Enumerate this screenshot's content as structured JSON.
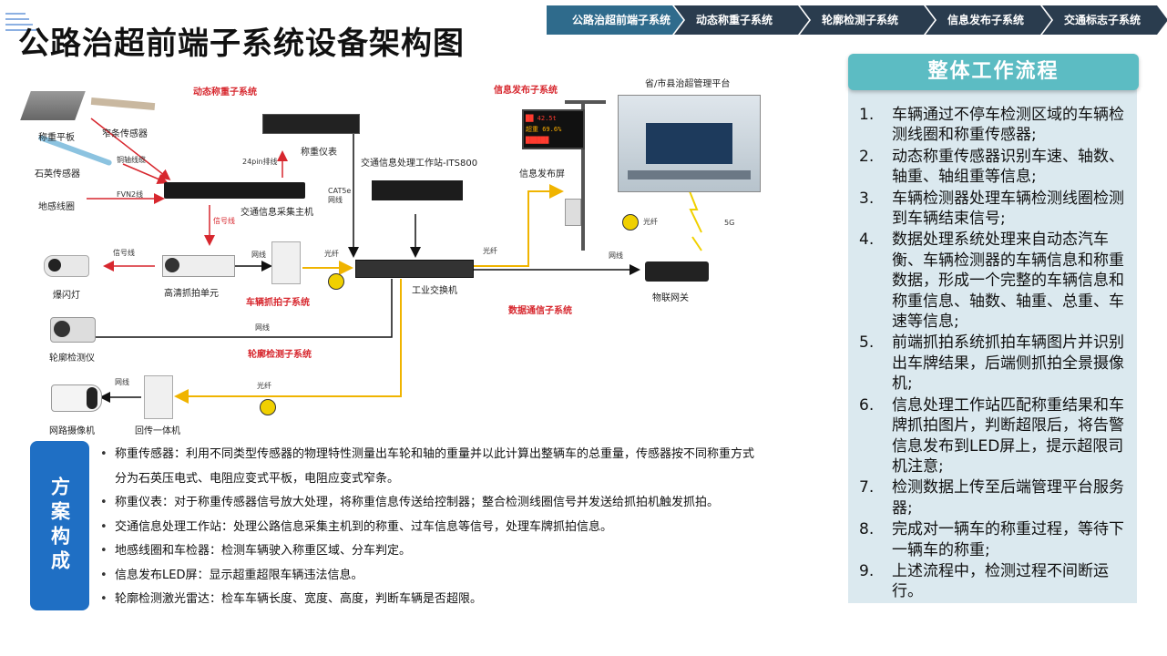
{
  "title": "公路治超前端子系统设备架构图",
  "nav_tabs": [
    "公路治超前端子系统",
    "动态称重子系统",
    "轮廓检测子系统",
    "信息发布子系统",
    "交通标志子系统"
  ],
  "diagram": {
    "labels": {
      "weigh_plate": "称重平板",
      "narrow_sensor": "窄条传感器",
      "quartz_sensor": "石英传感器",
      "loop": "地感线圈",
      "copper": "铜轴线缆",
      "fvn2": "FVN2线",
      "collector": "交通信息采集主机",
      "signal1": "信号线",
      "dyn_sub": "动态称重子系统",
      "weigh_meter": "称重仪表",
      "pin24": "24pin排线",
      "cat5e": "CAT5e网线",
      "its800": "交通信息处理工作站-ITS800",
      "info_sub": "信息发布子系统",
      "info_screen": "信息发布屏",
      "platform": "省/市县治超管理平台",
      "flash": "爆闪灯",
      "signal2": "信号线",
      "hd_unit": "高清抓拍单元",
      "net1": "网线",
      "fiber1": "光纤",
      "fiber2": "光纤",
      "fiber3": "光纤",
      "capture_sub": "车辆抓拍子系统",
      "switch": "工业交换机",
      "net2": "网线",
      "iot_gw": "物联网关",
      "fiveg": "5G",
      "data_sub": "数据通信子系统",
      "net3": "网线",
      "profile_dev": "轮廓检测仪",
      "profile_sub": "轮廓检测子系统",
      "net4": "网线",
      "fiber4": "光纤",
      "net_cam": "网路摄像机",
      "return_unit": "回传一体机",
      "led_rows": [
        "██ 42.5t",
        "超重 69.6%",
        "██████"
      ]
    }
  },
  "workflow_title": "整体工作流程",
  "workflow_steps": [
    {
      "n": "1.",
      "t": "车辆通过不停车检测区域的车辆检测线圈和称重传感器;"
    },
    {
      "n": "2.",
      "t": "动态称重传感器识别车速、轴数、轴重、轴组重等信息;"
    },
    {
      "n": "3.",
      "t": "车辆检测器处理车辆检测线圈检测到车辆结束信号;"
    },
    {
      "n": "4.",
      "t": "数据处理系统处理来自动态汽车衡、车辆检测器的车辆信息和称重数据，形成一个完整的车辆信息和称重信息、轴数、轴重、总重、车速等信息;"
    },
    {
      "n": "5.",
      "t": "前端抓拍系统抓拍车辆图片并识别出车牌结果，后端侧抓拍全景摄像机;"
    },
    {
      "n": "6.",
      "t": "信息处理工作站匹配称重结果和车牌抓拍图片，判断超限后，将告警信息发布到LED屏上，提示超限司机注意;"
    },
    {
      "n": "7.",
      "t": "检测数据上传至后端管理平台服务器;"
    },
    {
      "n": "8.",
      "t": "完成对一辆车的称重过程，等待下一辆车的称重;"
    },
    {
      "n": "9.",
      "t": "上述流程中，检测过程不间断运行。"
    }
  ],
  "scheme_label": "方案构成",
  "scheme_items": [
    {
      "head": "称重传感器：利用不同类型传感器的物理特性测量出车轮和轴的重量并以此计算出整辆车的总重量，传感器按不同称重方式",
      "cont": "分为石英压电式、电阻应变式平板，电阻应变式窄条。"
    },
    {
      "head": "称重仪表：对于称重传感器信号放大处理，将称重信息传送给控制器；整合检测线圈信号并发送给抓拍机触发抓拍。",
      "cont": ""
    },
    {
      "head": "交通信息处理工作站：处理公路信息采集主机到的称重、过车信息等信号，处理车牌抓拍信息。",
      "cont": ""
    },
    {
      "head": "地感线圈和车检器：检测车辆驶入称重区域、分车判定。",
      "cont": ""
    },
    {
      "head": "信息发布LED屏：显示超重超限车辆违法信息。",
      "cont": ""
    },
    {
      "head": "轮廓检测激光雷达：检车车辆长度、宽度、高度，判断车辆是否超限。",
      "cont": ""
    }
  ]
}
